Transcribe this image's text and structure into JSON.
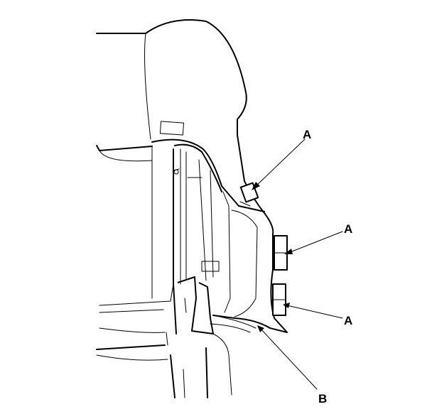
{
  "callouts": {
    "a1": "A",
    "a2": "A",
    "a3": "A",
    "b": "B"
  }
}
